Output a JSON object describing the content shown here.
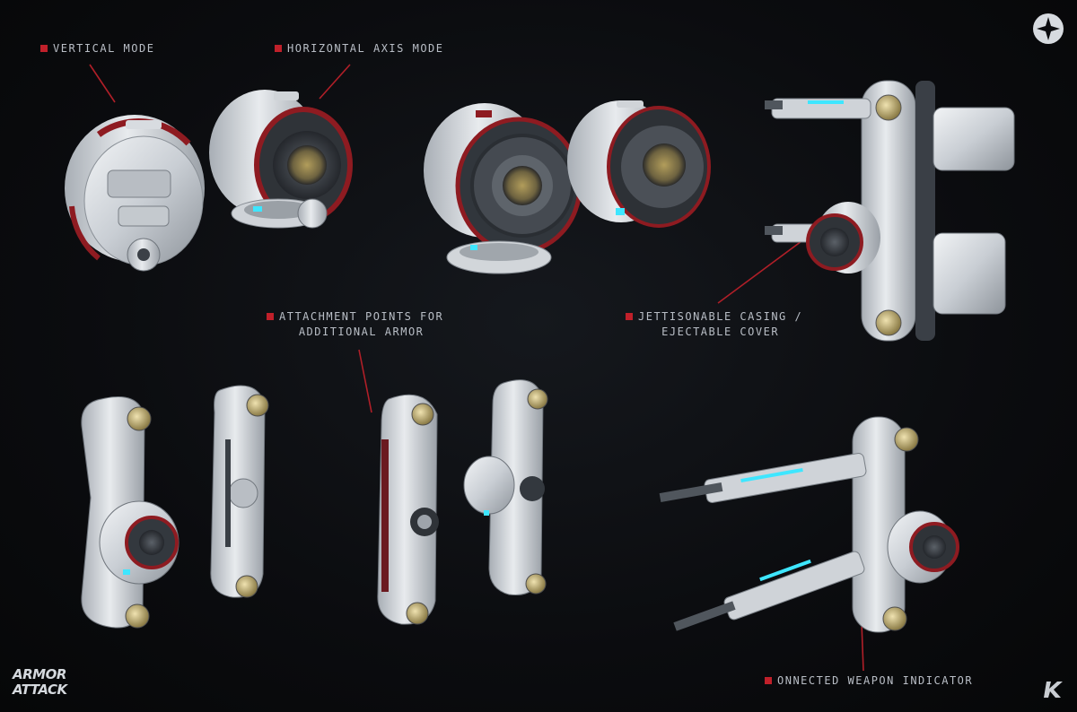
{
  "labels": {
    "vertical_mode": "VERTICAL MODE",
    "horizontal_axis_mode": "HORIZONTAL AXIS MODE",
    "attachment_points_line1": "ATTACHMENT POINTS FOR",
    "attachment_points_line2": "ADDITIONAL ARMOR",
    "jettisonable_line1": "JETTISONABLE CASING /",
    "jettisonable_line2": "EJECTABLE COVER",
    "connected_weapon": "ONNECTED WEAPON INDICATOR"
  },
  "brand": {
    "line1": "ARMOR",
    "line2": "ATTACK"
  },
  "icons": {
    "top_right": "compass-star-icon",
    "bottom_right": "k-signature-icon"
  },
  "colors": {
    "background": "#0b0c0f",
    "accent_red": "#c0202a",
    "metal_light": "#d9dde2",
    "metal_dark": "#3a3f46",
    "glow_cyan": "#3ee6ff",
    "brass": "#b8a063"
  }
}
